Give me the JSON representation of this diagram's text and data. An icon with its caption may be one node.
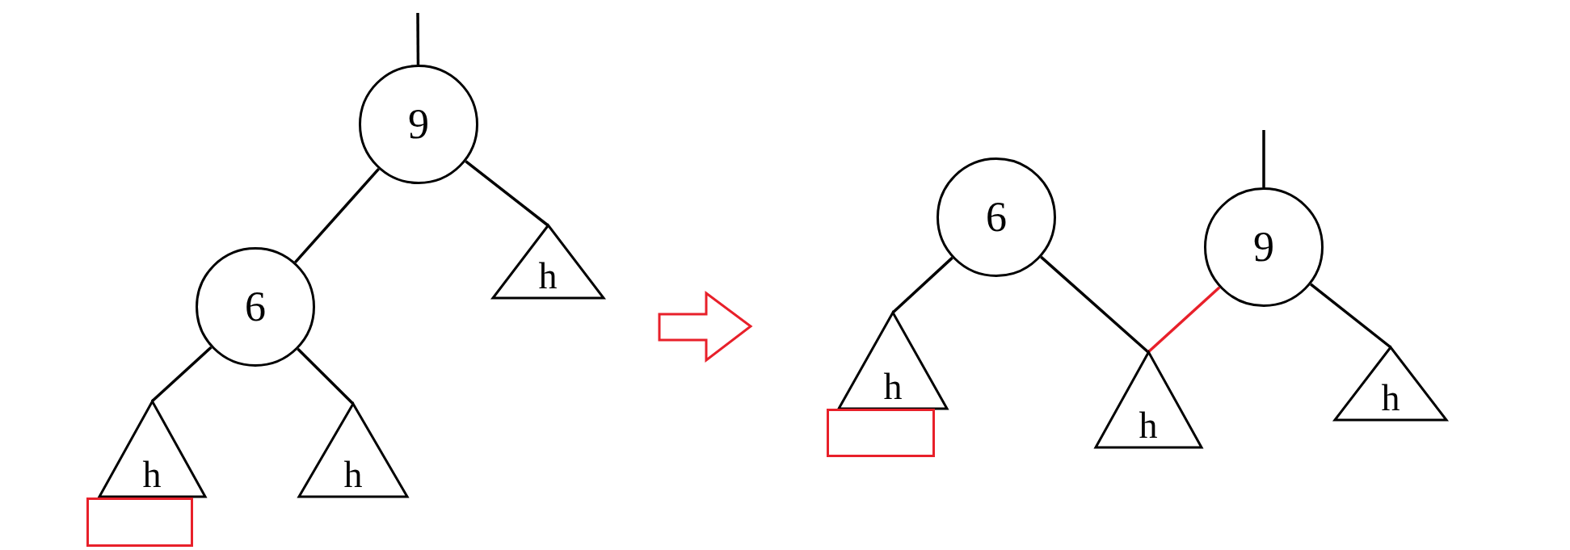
{
  "diagram": {
    "nodes": [
      {
        "text": [
          "9"
        ]
      },
      {
        "text": [
          "6"
        ]
      },
      {
        "text": [
          "h"
        ]
      },
      {
        "text": [
          "h"
        ]
      },
      {
        "text": [],
        "shape": "box"
      },
      {
        "text": [
          "h"
        ]
      },
      {
        "text": [
          "6"
        ]
      },
      {
        "text": [
          "9"
        ]
      },
      {
        "text": [
          "h"
        ]
      },
      {
        "text": [],
        "shape": "box"
      },
      {
        "text": [
          "h"
        ]
      },
      {
        "text": [
          "h"
        ]
      }
    ],
    "edges": [
      {
        "from": null,
        "to": 0,
        "arrow": "none"
      },
      {
        "from": 0,
        "to": 1,
        "arrow": "none"
      },
      {
        "from": 0,
        "to": 2,
        "arrow": "none"
      },
      {
        "from": 1,
        "to": 3,
        "arrow": "none"
      },
      {
        "from": 1,
        "to": 5,
        "arrow": "none"
      },
      {
        "from": null,
        "to": 7,
        "arrow": "none"
      },
      {
        "from": 6,
        "to": 8,
        "arrow": "none"
      },
      {
        "from": 6,
        "to": 10,
        "arrow": "none"
      },
      {
        "from": 7,
        "to": 10,
        "arrow": "none",
        "color": "#e8202a"
      },
      {
        "from": 7,
        "to": 11,
        "arrow": "none"
      }
    ]
  }
}
